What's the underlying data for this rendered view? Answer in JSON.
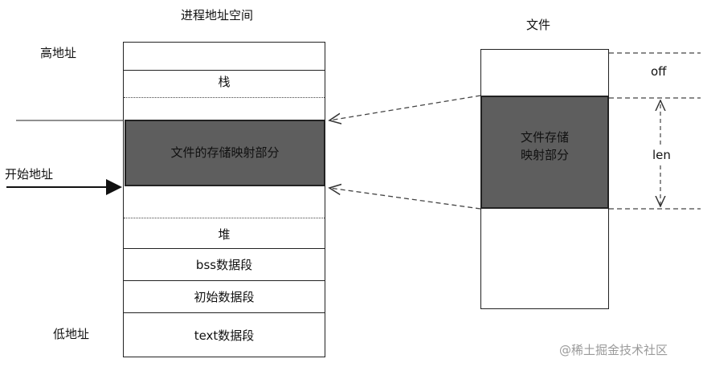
{
  "process": {
    "title": "进程地址空间",
    "high_addr": "高地址",
    "low_addr": "低地址",
    "start_addr": "开始地址",
    "segments": {
      "stack": "栈",
      "mapped": "文件的存储映射部分",
      "heap": "堆",
      "bss": "bss数据段",
      "data": "初始数据段",
      "text": "text数据段"
    }
  },
  "file": {
    "title": "文件",
    "mapped_line1": "文件存储",
    "mapped_line2": "映射部分",
    "off_label": "off",
    "len_label": "len"
  },
  "watermark": "@稀土掘金技术社区",
  "colors": {
    "mapped_fill": "#5e5e5e",
    "line": "#222222",
    "watermark": "#9a9a9a"
  }
}
